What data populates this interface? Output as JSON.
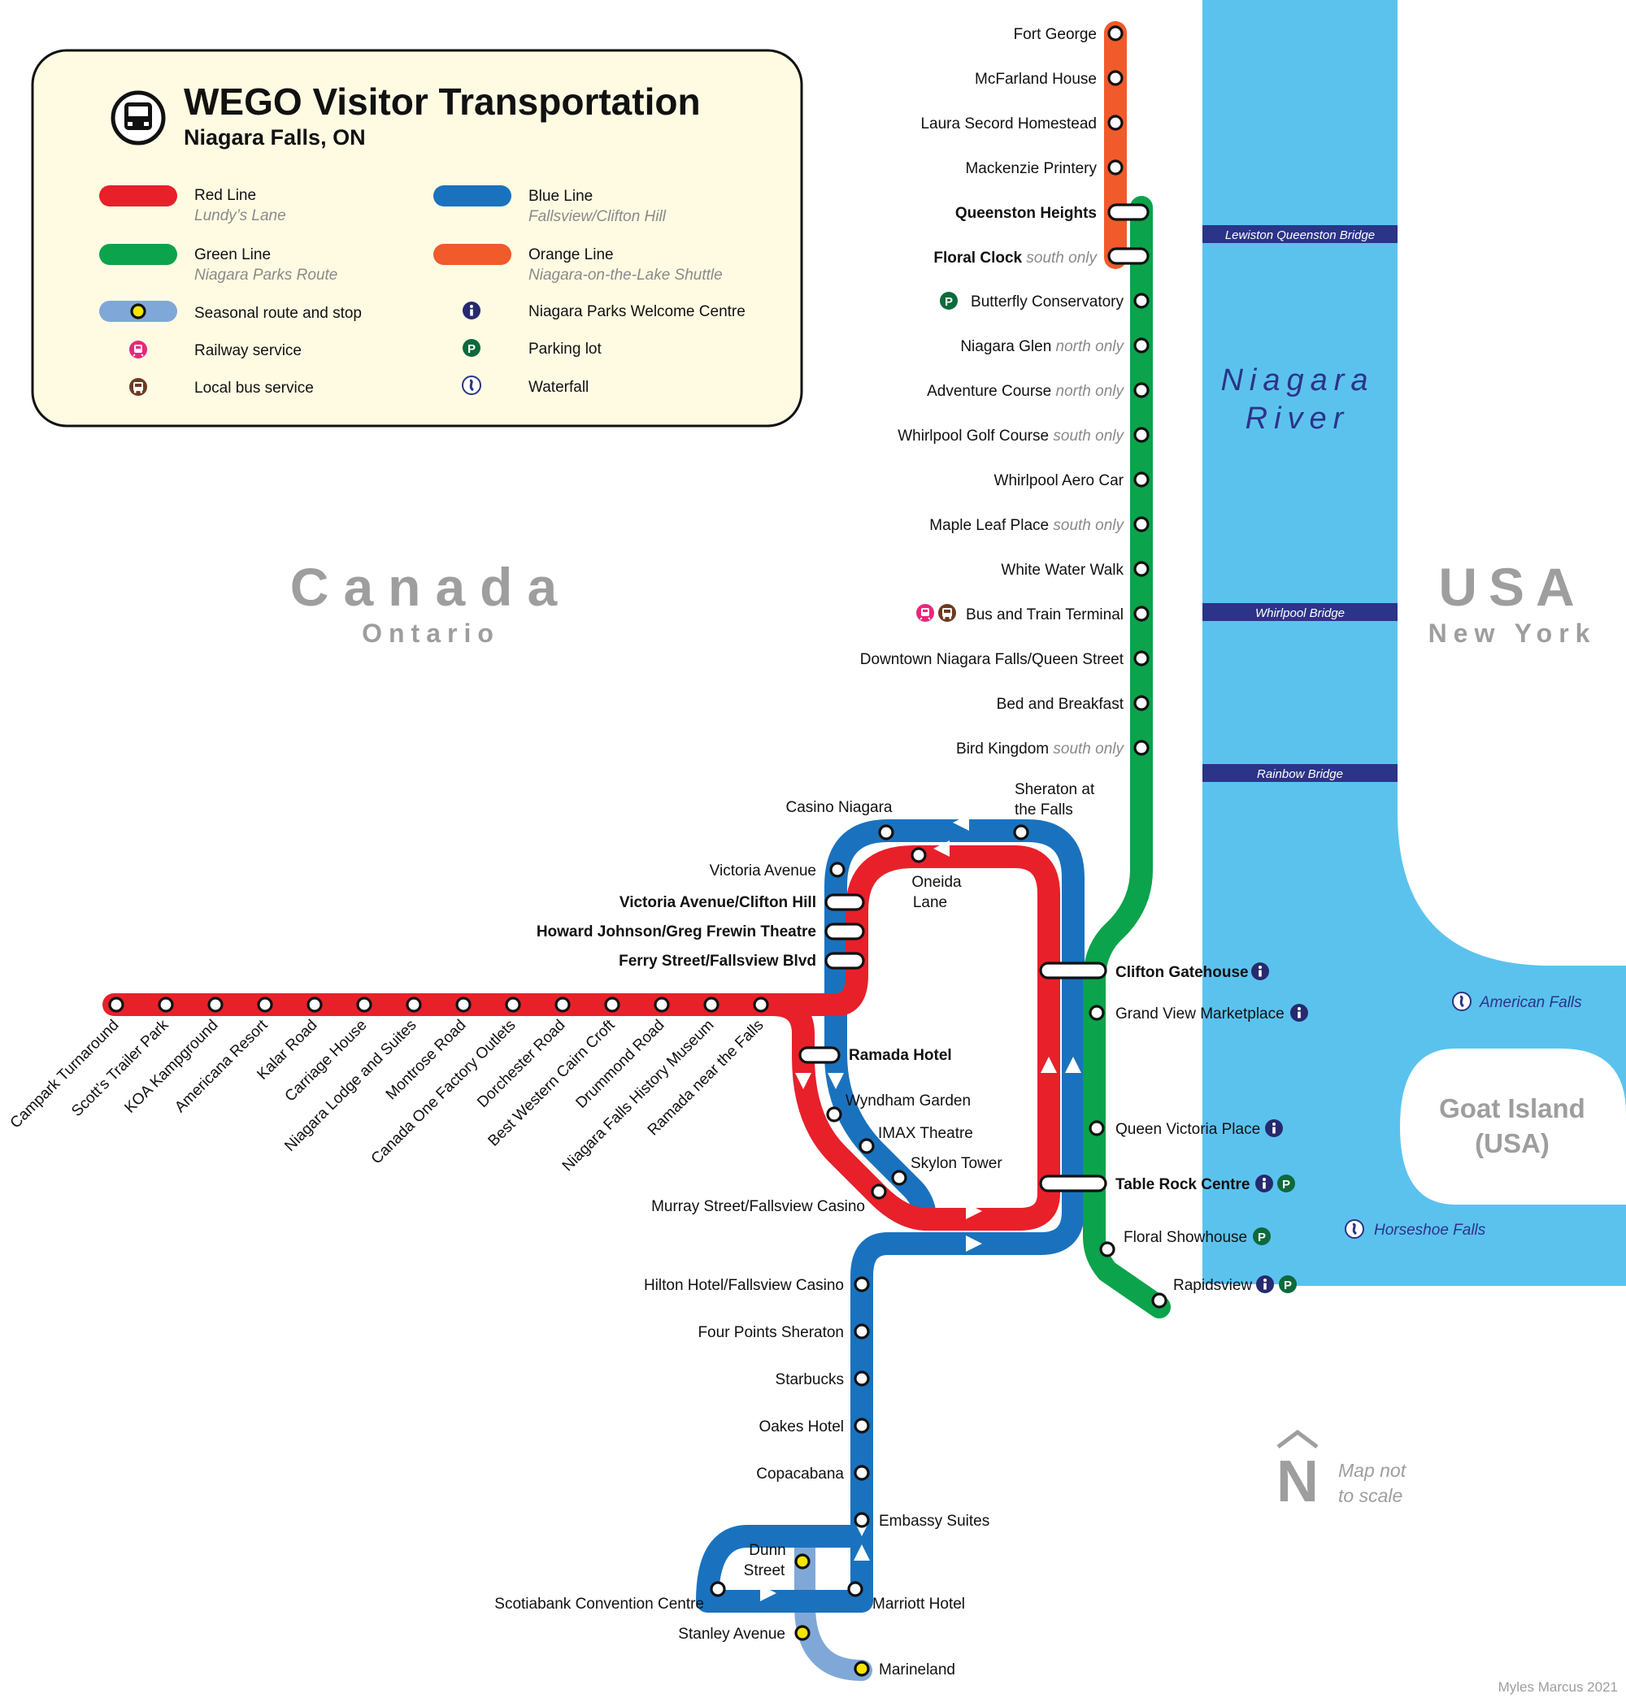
{
  "legend": {
    "title": "WEGO Visitor Transportation",
    "subtitle": "Niagara Falls, ON",
    "items": [
      {
        "name": "Red Line",
        "sub": "Lundy’s Lane",
        "color": "#e8202a"
      },
      {
        "name": "Blue Line",
        "sub": "Fallsview/Clifton Hill",
        "color": "#1a72be"
      },
      {
        "name": "Green Line",
        "sub": "Niagara Parks Route",
        "color": "#0ba34b"
      },
      {
        "name": "Orange Line",
        "sub": "Niagara-on-the-Lake Shuttle",
        "color": "#f15a2b"
      },
      {
        "name": "Seasonal route and stop",
        "color": "#7fa8d8"
      },
      {
        "name": "Niagara Parks Welcome Centre",
        "icon": "info-icon"
      },
      {
        "name": "Railway service",
        "icon": "train-icon"
      },
      {
        "name": "Parking lot",
        "icon": "parking-icon"
      },
      {
        "name": "Local bus service",
        "icon": "bus-icon"
      },
      {
        "name": "Waterfall",
        "icon": "waterfall-icon"
      }
    ]
  },
  "regions": {
    "canada": "Canada",
    "ontario": "Ontario",
    "usa": "USA",
    "new_york": "New York",
    "river_1": "Niagara",
    "river_2": "River",
    "goat_1": "Goat Island",
    "goat_2": "(USA)",
    "american_falls": "American Falls",
    "horseshoe_falls": "Horseshoe Falls",
    "bridges": [
      "Lewiston Queenston Bridge",
      "Whirlpool Bridge",
      "Rainbow Bridge"
    ]
  },
  "north": {
    "letter": "N",
    "note_1": "Map not",
    "note_2": "to scale"
  },
  "credit": "Myles Marcus 2021",
  "orange_stops": [
    "Fort George",
    "McFarland House",
    "Laura Secord Homestead",
    "Mackenzie Printery"
  ],
  "green_stops": [
    {
      "name": "Queenston Heights"
    },
    {
      "name": "Floral Clock",
      "note": "south only"
    },
    {
      "name": "Butterfly Conservatory"
    },
    {
      "name": "Niagara Glen",
      "note": "north only"
    },
    {
      "name": "Adventure Course",
      "note": "north only"
    },
    {
      "name": "Whirlpool Golf Course",
      "note": "south only"
    },
    {
      "name": "Whirlpool Aero Car"
    },
    {
      "name": "Maple Leaf Place",
      "note": "south only"
    },
    {
      "name": "White Water Walk"
    },
    {
      "name": "Bus and Train Terminal"
    },
    {
      "name": "Downtown Niagara Falls/Queen Street"
    },
    {
      "name": "Bed and Breakfast"
    },
    {
      "name": "Bird Kingdom",
      "note": "south only"
    },
    {
      "name": "Clifton Gatehouse"
    },
    {
      "name": "Grand View Marketplace"
    },
    {
      "name": "Queen Victoria Place"
    },
    {
      "name": "Table Rock Centre"
    },
    {
      "name": "Floral Showhouse"
    },
    {
      "name": "Rapidsview"
    }
  ],
  "red_stops": [
    "Campark Turnaround",
    "Scott’s Trailer Park",
    "KOA Kampground",
    "Americana Resort",
    "Kalar Road",
    "Carriage House",
    "Niagara Lodge and Suites",
    "Montrose Road",
    "Canada One Factory Outlets",
    "Dorchester Road",
    "Best Western Cairn Croft",
    "Drummond Road",
    "Niagara Falls History Museum",
    "Ramada near the Falls"
  ],
  "loop_stops": {
    "casino_niagara": "Casino Niagara",
    "sheraton_1": "Sheraton at",
    "sheraton_2": "the Falls",
    "victoria_avenue": "Victoria Avenue",
    "oneida_1": "Oneida",
    "oneida_2": "Lane",
    "victoria_clifton": "Victoria Avenue/Clifton Hill",
    "howard_johnson": "Howard Johnson/Greg Frewin Theatre",
    "ferry_street": "Ferry Street/Fallsview Blvd",
    "ramada_hotel": "Ramada Hotel",
    "wyndham": "Wyndham Garden",
    "imax": "IMAX Theatre",
    "skylon": "Skylon Tower",
    "murray": "Murray Street/Fallsview Casino"
  },
  "blue_south_stops": [
    "Hilton Hotel/Fallsview Casino",
    "Four Points Sheraton",
    "Starbucks",
    "Oakes Hotel",
    "Copacabana",
    "Embassy Suites"
  ],
  "blue_loop_stops": {
    "dunn_1": "Dunn",
    "dunn_2": "Street",
    "scotiabank": "Scotiabank Convention Centre",
    "marriott": "Marriott Hotel",
    "stanley": "Stanley Avenue",
    "marineland": "Marineland"
  },
  "colors": {
    "red": "#e8202a",
    "blue": "#1a72be",
    "green": "#0ba34b",
    "orange": "#f15a2b",
    "seasonal": "#7fa8d8",
    "river": "#5bc2ee",
    "bridge": "#2b3488",
    "legend_bg": "#fffbe3",
    "info": "#262a6e",
    "parking": "#0c6a3c",
    "rail": "#e8287a",
    "bus": "#6b3b22"
  }
}
